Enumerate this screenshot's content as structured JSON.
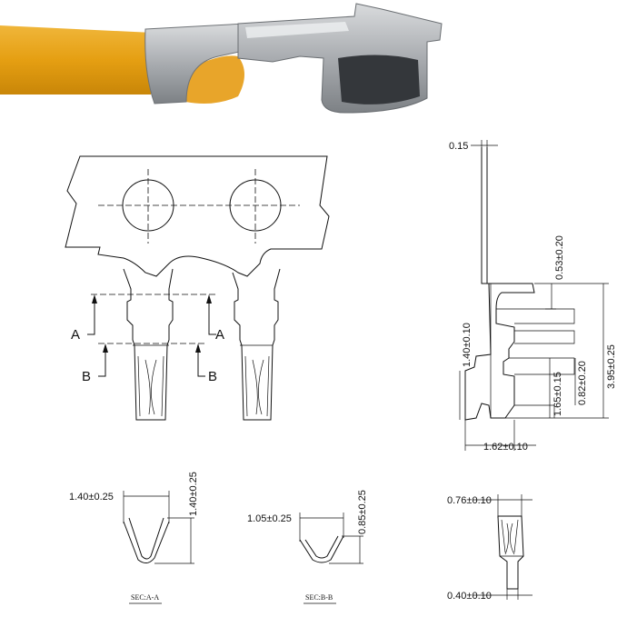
{
  "image": {
    "subject": "photo of a crimped terminal on an orange insulated wire",
    "colors": {
      "wire_insulation": "#e6a417",
      "metal": "#b9bcbf",
      "metal_dark": "#3b3e42",
      "background": "#ffffff"
    }
  },
  "drawing": {
    "section_labels": {
      "a_left": "A",
      "a_right": "A",
      "b_left": "B",
      "b_right": "B"
    },
    "dimensions": {
      "top_thickness": "0.15",
      "side_upper": "0.53±0.20",
      "side_total": "3.95±0.25",
      "side_left": "1.40±0.10",
      "side_lower": "1.65±0.15",
      "side_inner": "0.82±0.20",
      "side_bottom_width": "1.62±0.10",
      "sec_a_width": "1.40±0.25",
      "sec_a_height": "1.40±0.25",
      "sec_b_width": "1.05±0.25",
      "sec_b_height": "0.85±0.25",
      "end_top_width": "0.76±0.10",
      "end_bottom_width": "0.40±0.10"
    },
    "section_captions": {
      "a": "SEC:A-A",
      "b": "SEC:B-B"
    }
  }
}
